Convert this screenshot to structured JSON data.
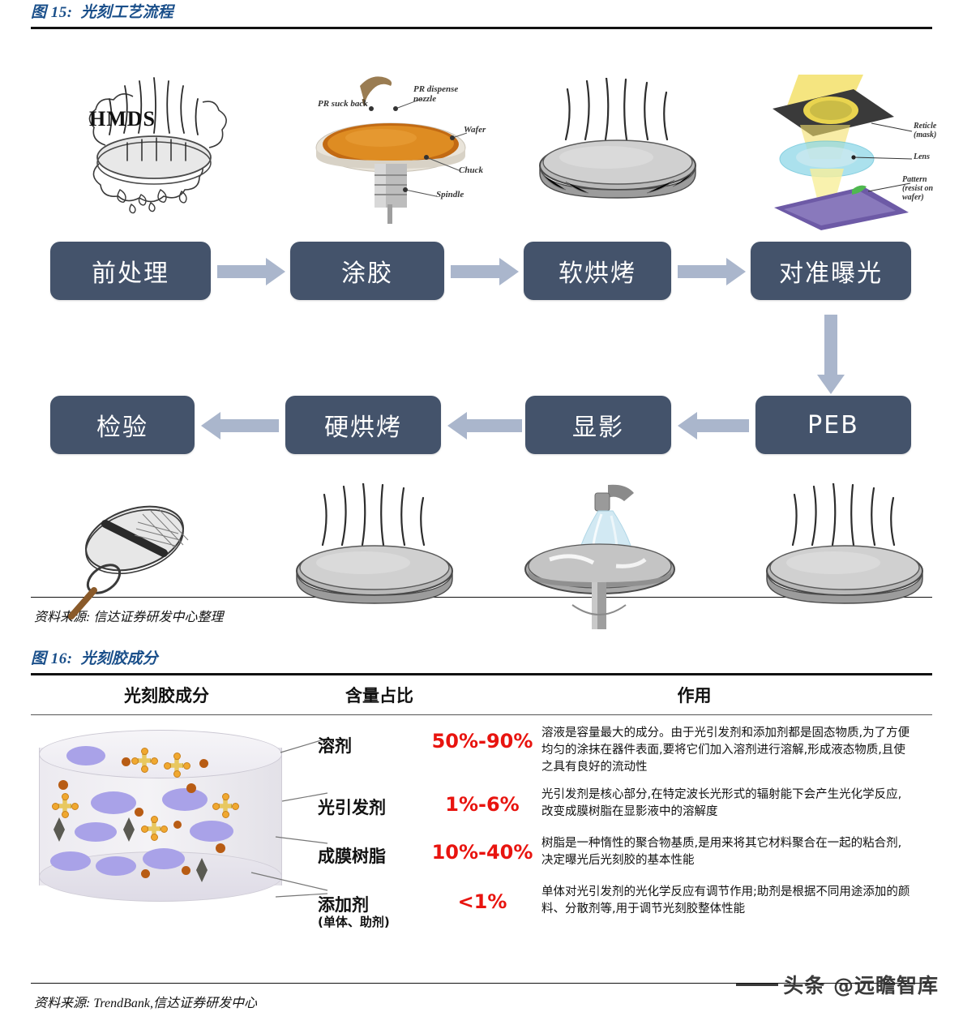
{
  "figure15": {
    "label": "图 15:",
    "title": "光刻工艺流程",
    "source_prefix": "资料来源:",
    "source": "资料来源: 信达证券研发中心整理",
    "flow_steps_row1": [
      "前处理",
      "涂胶",
      "软烘烤",
      "对准曝光"
    ],
    "flow_steps_row2": [
      "检验",
      "硬烘烤",
      "显影",
      "PEB"
    ],
    "box_color": "#44536b",
    "arrow_color": "#aab6cc",
    "illustrations_top": [
      {
        "name": "hmds-dehydration-bake",
        "caption": "HMDS"
      },
      {
        "name": "spin-coater",
        "labels": [
          "PR suck back",
          "PR dispense nozzle",
          "Wafer",
          "Chuck",
          "Spindle"
        ]
      },
      {
        "name": "soft-bake-hotplate",
        "labels": []
      },
      {
        "name": "exposure-stepper",
        "labels": [
          "Reticle (mask)",
          "Lens",
          "Pattern (resist on wafer)"
        ]
      }
    ],
    "illustrations_bottom": [
      {
        "name": "wafer-inspection-microscope",
        "labels": []
      },
      {
        "name": "hard-bake-hotplate",
        "labels": []
      },
      {
        "name": "develop-nozzle-spray",
        "labels": []
      },
      {
        "name": "post-exposure-bake-hotplate",
        "labels": []
      }
    ]
  },
  "figure16": {
    "label": "图 16:",
    "title": "光刻胶成分",
    "source": "资料来源: TrendBank,信达证券研发中心",
    "columns": [
      "光刻胶成分",
      "含量占比",
      "作用"
    ],
    "pct_color": "#e8140f",
    "rows": [
      {
        "component": "溶剂",
        "component_sub": "",
        "percent": "50%-90%",
        "effect": "溶液是容量最大的成分。由于光引发剂和添加剂都是固态物质,为了方便均匀的涂抹在器件表面,要将它们加入溶剂进行溶解,形成液态物质,且使之具有良好的流动性"
      },
      {
        "component": "光引发剂",
        "component_sub": "",
        "percent": "1%-6%",
        "effect": "光引发剂是核心部分,在特定波长光形式的辐射能下会产生光化学反应,改变成膜树脂在显影液中的溶解度"
      },
      {
        "component": "成膜树脂",
        "component_sub": "",
        "percent": "10%-40%",
        "effect": "树脂是一种惰性的聚合物基质,是用来将其它材料聚合在一起的粘合剂,决定曝光后光刻胶的基本性能"
      },
      {
        "component": "添加剂",
        "component_sub": "(单体、助剂)",
        "percent": "<1%",
        "effect": "单体对光引发剂的光化学反应有调节作用;助剂是根据不同用途添加的颜料、分散剂等,用于调节光刻胶整体性能"
      }
    ],
    "diagram": {
      "name": "photoresist-composition-cylinder",
      "legend_colors": {
        "resin": "#a9a2e8",
        "photoinitiator": "#e8c860",
        "solvent": "#eceaf0",
        "additive": "#5a5a52"
      }
    }
  },
  "watermark": {
    "text": "头条 @远瞻智库"
  }
}
